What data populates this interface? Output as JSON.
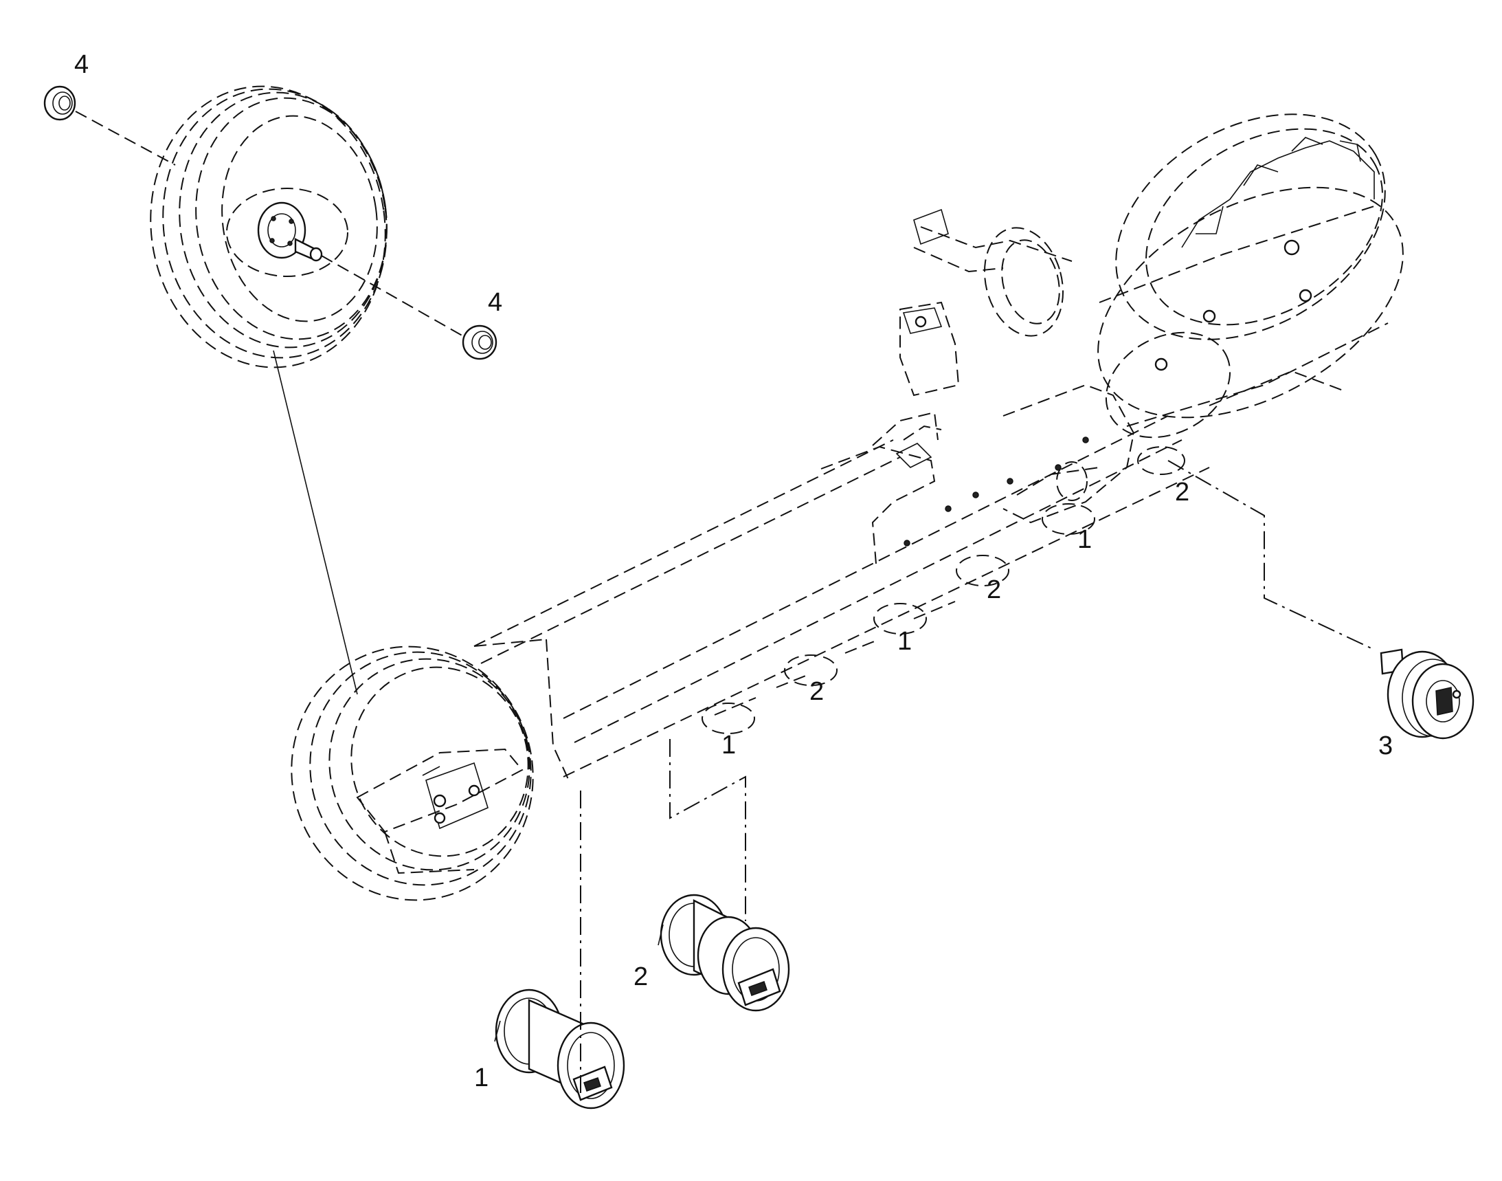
{
  "diagram": {
    "callouts": [
      {
        "id": "roller-single-flange",
        "label": "1"
      },
      {
        "id": "roller-double-flange",
        "label": "2"
      },
      {
        "id": "carrier-roller",
        "label": "3"
      },
      {
        "id": "idler-seal",
        "label": "4"
      }
    ],
    "on_frame_labels": {
      "l1a": "1",
      "l1b": "1",
      "l1c": "1",
      "l2a": "2",
      "l2b": "2",
      "l2c": "2"
    },
    "exploded_labels": {
      "e1": "1",
      "e2": "2",
      "e3": "3",
      "e4a": "4",
      "e4b": "4"
    },
    "colors": {
      "line": "#111111",
      "background": "#ffffff"
    }
  }
}
